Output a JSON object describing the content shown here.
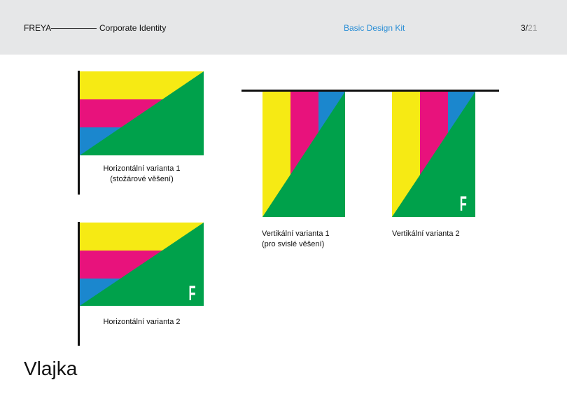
{
  "header": {
    "brand": "FREYA",
    "section": "Corporate Identity",
    "kit": "Basic Design Kit",
    "page_current": "3/",
    "page_total": "21"
  },
  "colors": {
    "yellow": "#f6ea14",
    "magenta": "#e8127c",
    "blue": "#1b87ce",
    "green": "#00a14b",
    "header_bg": "#e6e7e8",
    "accent_text": "#2b8fd6"
  },
  "flags": {
    "horizontal_1": {
      "caption_line1": "Horizontální varianta 1",
      "caption_line2": "(stožárové věšení)"
    },
    "horizontal_2": {
      "caption": "Horizontální varianta 2",
      "mark": "F"
    },
    "vertical_1": {
      "caption_line1": "Vertikální varianta 1",
      "caption_line2": "(pro svislé věšení)"
    },
    "vertical_2": {
      "caption": "Vertikální varianta 2",
      "mark": "F"
    }
  },
  "page_title": "Vlajka"
}
